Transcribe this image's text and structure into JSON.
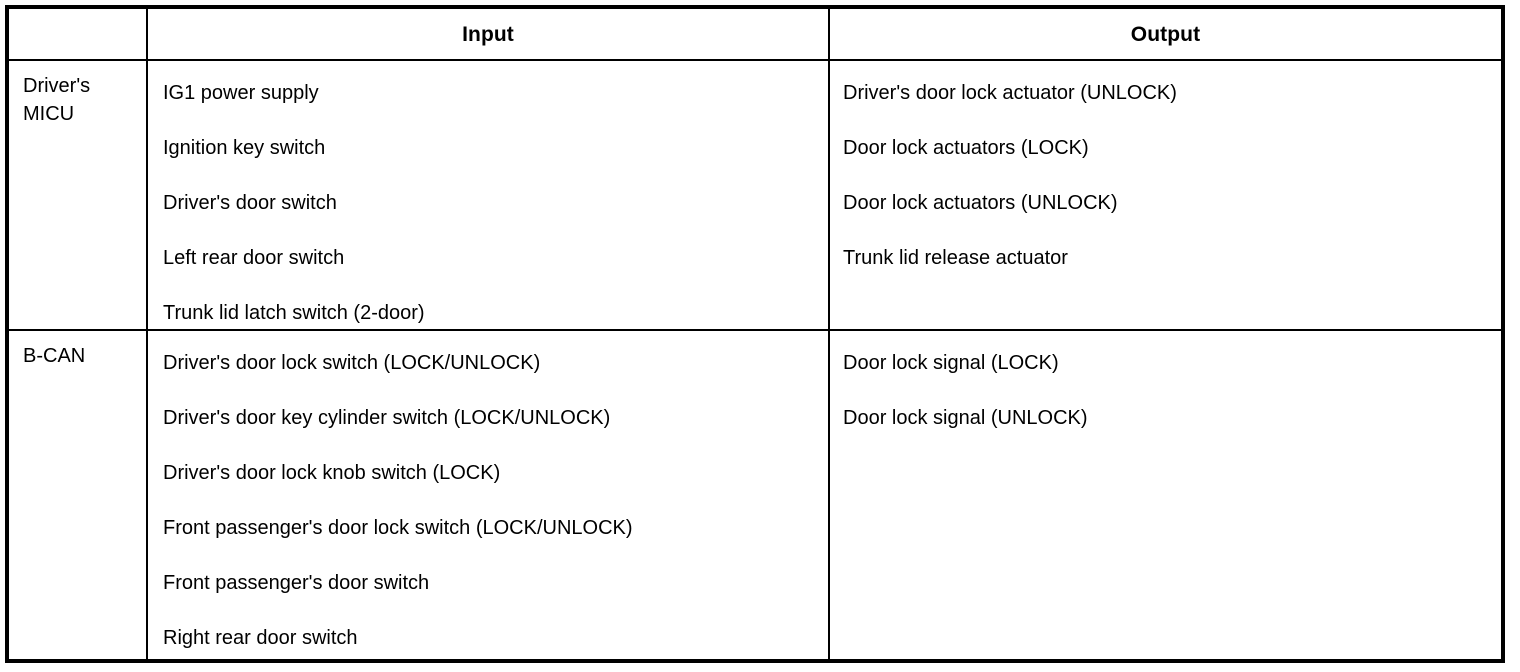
{
  "table": {
    "columns": [
      {
        "key": "system",
        "header": ""
      },
      {
        "key": "input",
        "header": "Input"
      },
      {
        "key": "output",
        "header": "Output"
      }
    ],
    "rows": [
      {
        "system": "Driver's\nMICU",
        "input": [
          "IG1 power supply",
          "Ignition key switch",
          "Driver's door switch",
          "Left rear door switch",
          "Trunk lid latch switch (2-door)"
        ],
        "output": [
          "Driver's door lock actuator (UNLOCK)",
          "Door lock actuators (LOCK)",
          "Door lock actuators (UNLOCK)",
          "Trunk lid release actuator"
        ]
      },
      {
        "system": "B-CAN",
        "input": [
          "Driver's door lock switch (LOCK/UNLOCK)",
          "Driver's door key cylinder switch (LOCK/UNLOCK)",
          "Driver's door lock knob switch (LOCK)",
          "Front passenger's door lock switch (LOCK/UNLOCK)",
          "Front passenger's door switch",
          "Right rear door switch"
        ],
        "output": [
          "Door lock signal (LOCK)",
          "Door lock signal (UNLOCK)"
        ]
      }
    ]
  },
  "colors": {
    "border": "#000000",
    "text": "#000000",
    "background": "#ffffff"
  }
}
